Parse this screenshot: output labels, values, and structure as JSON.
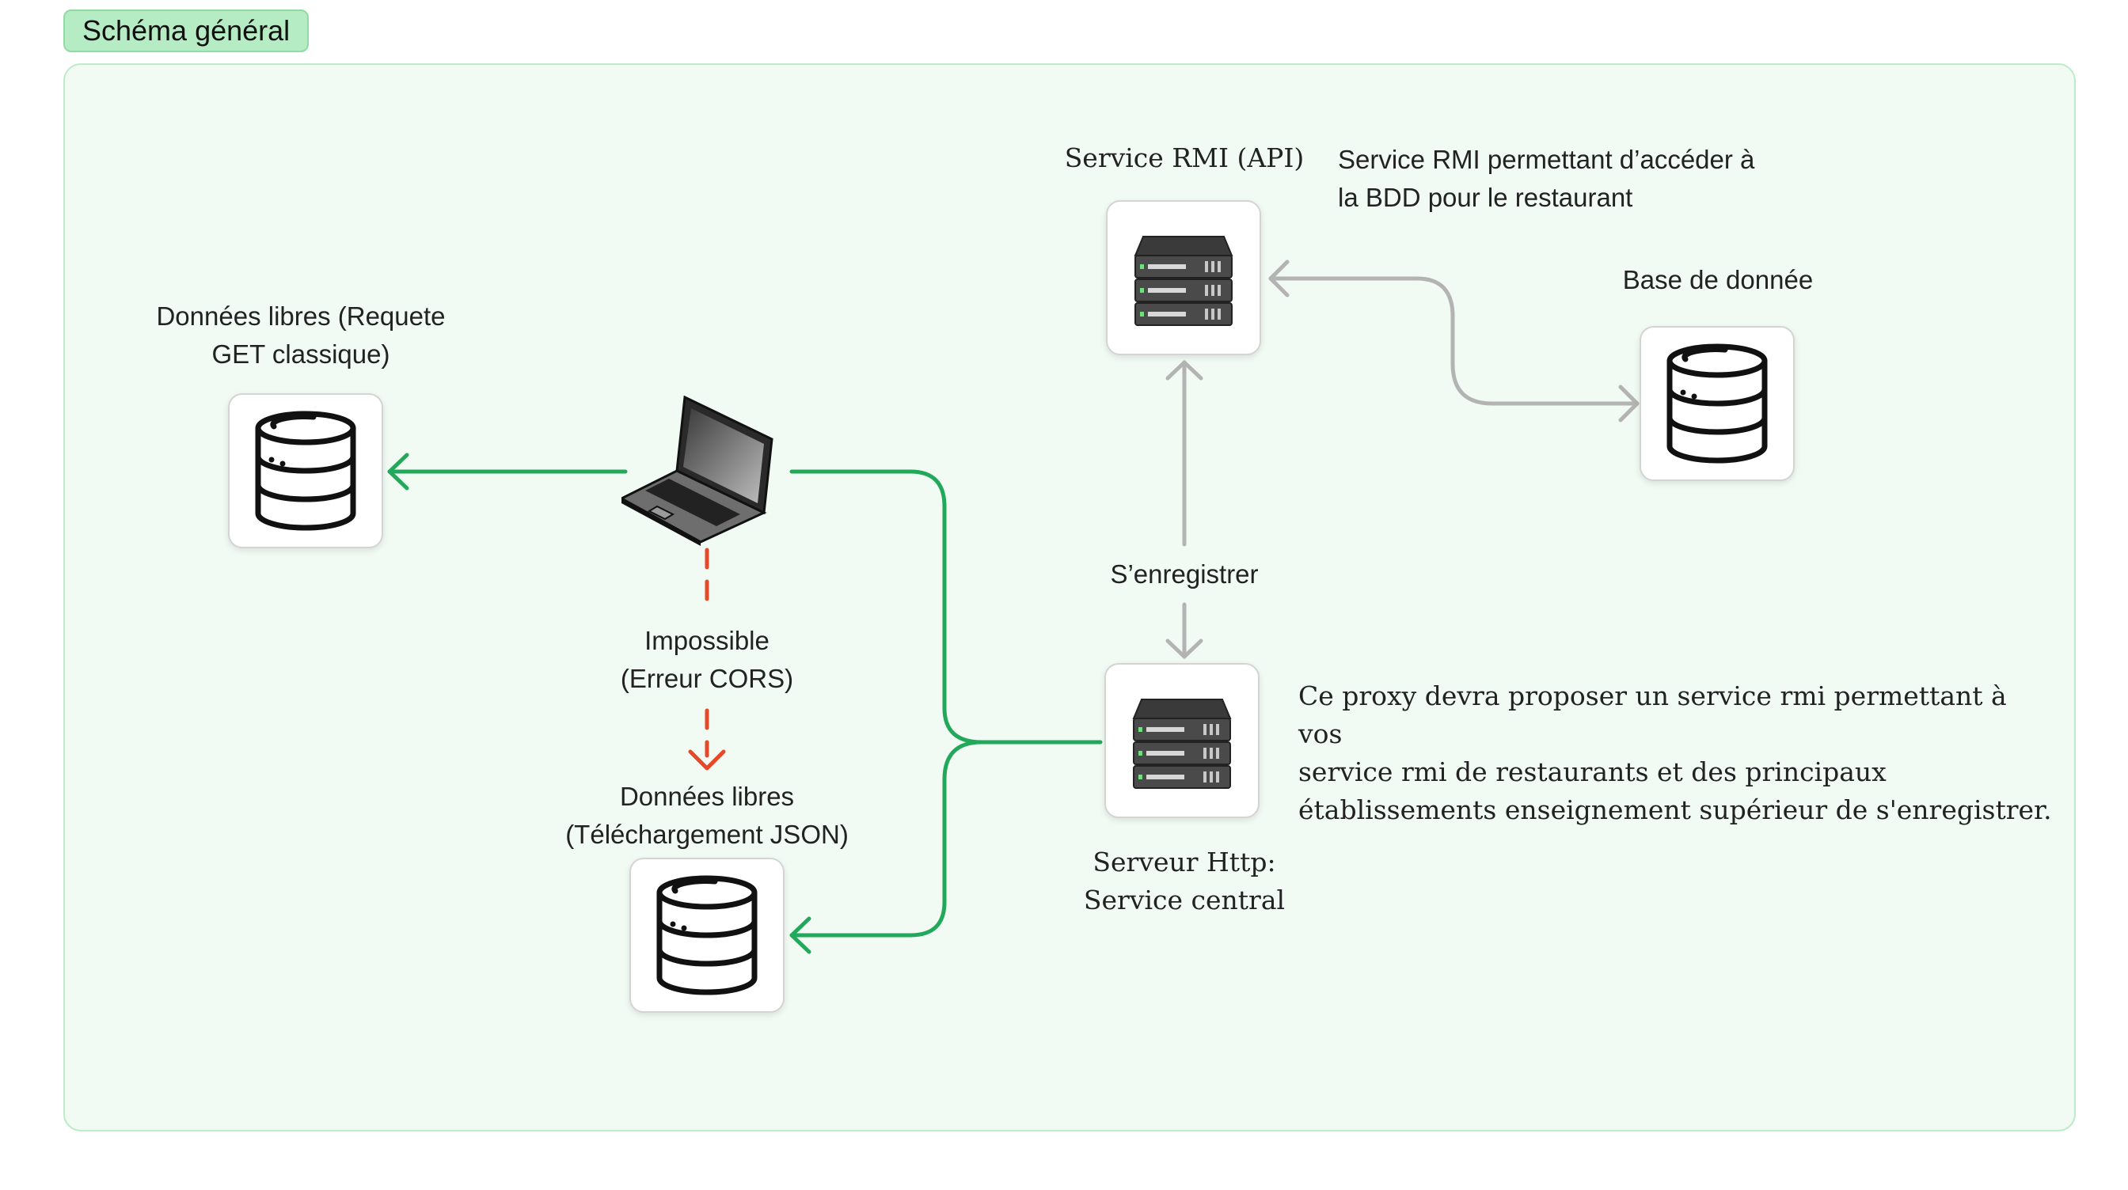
{
  "section_title": "Schéma général",
  "nodes": {
    "open_data_get": {
      "label_line1": "Données libres (Requete",
      "label_line2": "GET classique)",
      "icon": "database-icon"
    },
    "client": {
      "icon": "laptop-icon"
    },
    "open_data_json": {
      "label_line1": "Données libres",
      "label_line2": "(Téléchargement JSON)",
      "icon": "database-icon"
    },
    "rmi_service": {
      "label": "Service RMI (API)",
      "description_line1": "Service RMI permettant d’accéder à",
      "description_line2": "la BDD pour le restaurant",
      "icon": "server-icon"
    },
    "database": {
      "label": "Base de donnée",
      "icon": "database-icon"
    },
    "http_server": {
      "label_line1": "Serveur Http:",
      "label_line2": "Service central",
      "icon": "server-icon",
      "description_line1": "Ce proxy devra proposer un service rmi permettant à vos",
      "description_line2": "service rmi de restaurants et des principaux",
      "description_line3": "établissements enseignement supérieur de s'enregistrer."
    }
  },
  "edges": {
    "cors_line1": "Impossible",
    "cors_line2": "(Erreur CORS)",
    "register": "S’enregistrer"
  },
  "colors": {
    "section_bg": "#b6ecc4",
    "frame_bg": "#f1faf3",
    "frame_border": "#bdebc9",
    "green_edge": "#22a85a",
    "gray_edge": "#b3b3b3",
    "error_edge": "#e5492a"
  }
}
